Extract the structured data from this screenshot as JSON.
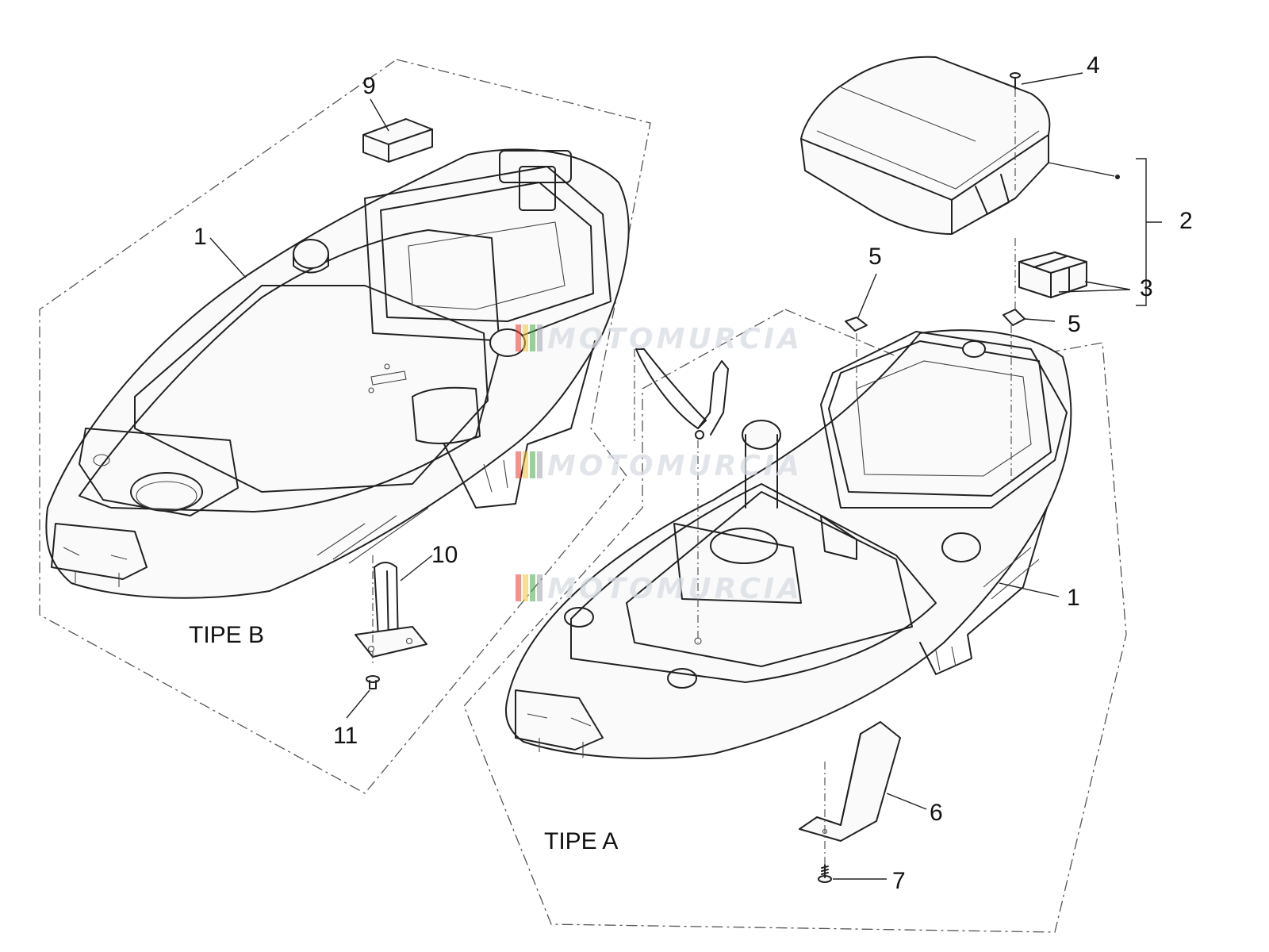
{
  "watermark": {
    "text": "MOTOMURCIA",
    "stripe_colors": [
      "#e63b2e",
      "#f2c230",
      "#4aa84a",
      "#9aa3ad"
    ]
  },
  "groups": {
    "tipe_b": {
      "label": "TIPE B"
    },
    "tipe_a": {
      "label": "TIPE A"
    }
  },
  "callouts": [
    {
      "id": "c1-left",
      "text": "1"
    },
    {
      "id": "c9",
      "text": "9"
    },
    {
      "id": "c10",
      "text": "10"
    },
    {
      "id": "c11",
      "text": "11"
    },
    {
      "id": "c4",
      "text": "4"
    },
    {
      "id": "c2",
      "text": "2"
    },
    {
      "id": "c3",
      "text": "3"
    },
    {
      "id": "c5-a",
      "text": "5"
    },
    {
      "id": "c5-b",
      "text": "5"
    },
    {
      "id": "c1-right",
      "text": "1"
    },
    {
      "id": "c6",
      "text": "6"
    },
    {
      "id": "c7",
      "text": "7"
    }
  ]
}
